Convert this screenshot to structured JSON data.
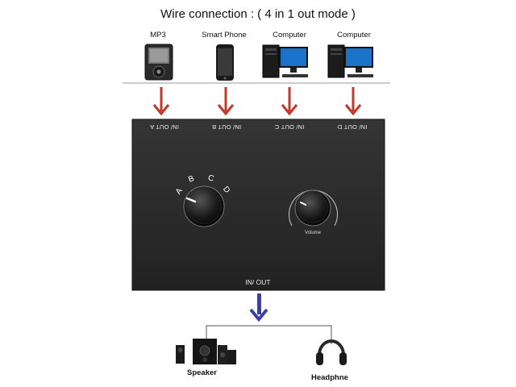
{
  "title": "Wire connection : ( 4 in 1 out mode )",
  "devices": [
    {
      "label": "MP3",
      "icon": "mp3-player-icon"
    },
    {
      "label": "Smart Phone",
      "icon": "smartphone-icon"
    },
    {
      "label": "Computer",
      "icon": "desktop-computer-icon"
    },
    {
      "label": "Computer",
      "icon": "desktop-computer-icon"
    }
  ],
  "ports": [
    "IN/ OUT A",
    "IN/ OUT B",
    "IN/ OUT C",
    "IN/ OUT D"
  ],
  "selector": {
    "letters": [
      "A",
      "B",
      "C",
      "D"
    ]
  },
  "volume": {
    "label": "Volume"
  },
  "output_port": "IN/ OUT",
  "outputs": [
    {
      "label": "Speaker",
      "icon": "speaker-system-icon"
    },
    {
      "label": "Headphne",
      "icon": "headphone-icon"
    }
  ],
  "colors": {
    "input_arrow": "#c0392b",
    "output_arrow": "#3b3fa8",
    "switch_body": "#2b2b2b"
  }
}
